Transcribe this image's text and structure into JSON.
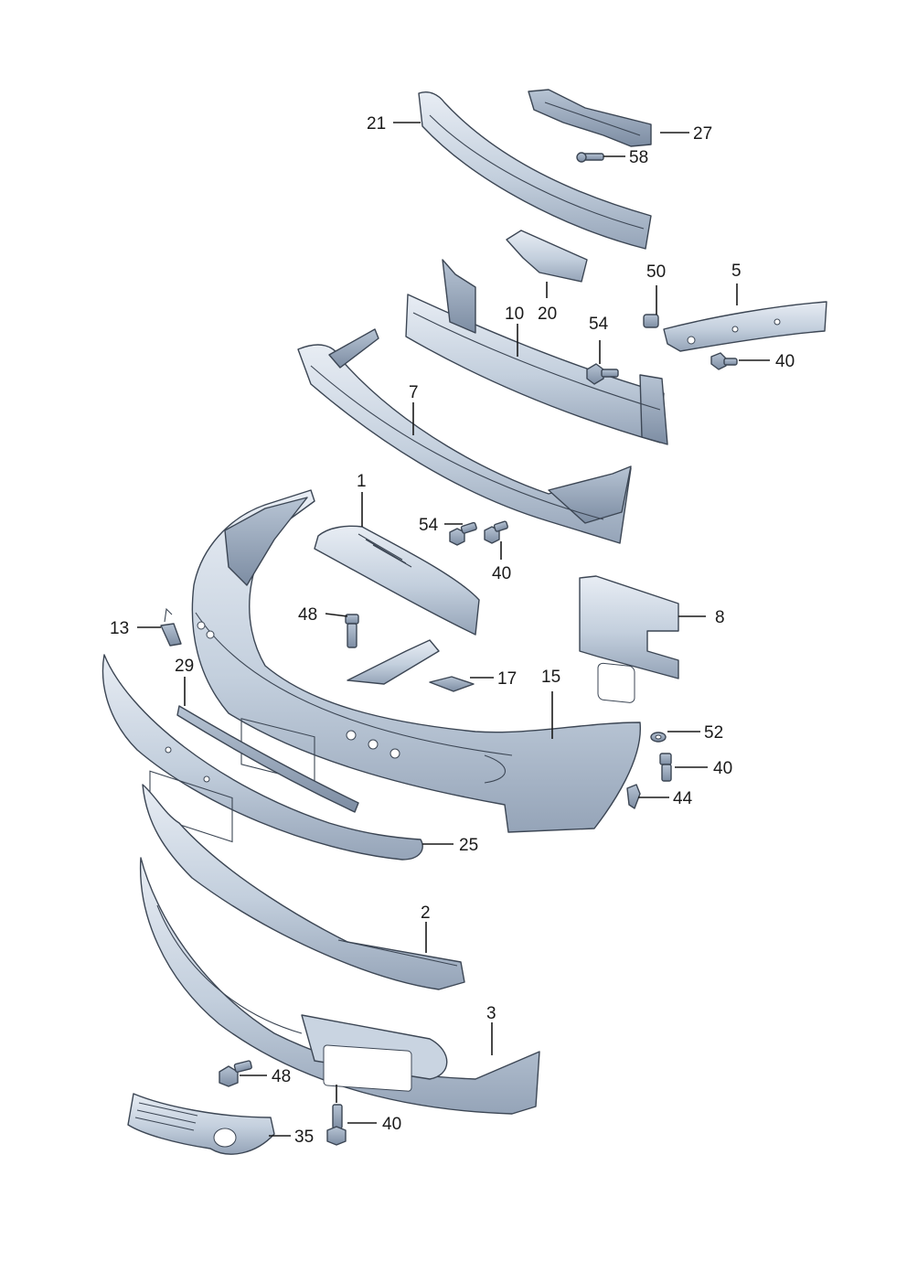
{
  "callouts": [
    {
      "id": "c21",
      "label": "21"
    },
    {
      "id": "c27",
      "label": "27"
    },
    {
      "id": "c58",
      "label": "58"
    },
    {
      "id": "c50",
      "label": "50"
    },
    {
      "id": "c5",
      "label": "5"
    },
    {
      "id": "c10",
      "label": "10"
    },
    {
      "id": "c20",
      "label": "20"
    },
    {
      "id": "c54a",
      "label": "54"
    },
    {
      "id": "c40a",
      "label": "40"
    },
    {
      "id": "c7",
      "label": "7"
    },
    {
      "id": "c1",
      "label": "1"
    },
    {
      "id": "c54b",
      "label": "54"
    },
    {
      "id": "c40b",
      "label": "40"
    },
    {
      "id": "c48a",
      "label": "48"
    },
    {
      "id": "c8",
      "label": "8"
    },
    {
      "id": "c13",
      "label": "13"
    },
    {
      "id": "c29",
      "label": "29"
    },
    {
      "id": "c17",
      "label": "17"
    },
    {
      "id": "c15",
      "label": "15"
    },
    {
      "id": "c52",
      "label": "52"
    },
    {
      "id": "c40c",
      "label": "40"
    },
    {
      "id": "c44",
      "label": "44"
    },
    {
      "id": "c25",
      "label": "25"
    },
    {
      "id": "c2",
      "label": "2"
    },
    {
      "id": "c3",
      "label": "3"
    },
    {
      "id": "c48b",
      "label": "48"
    },
    {
      "id": "c40d",
      "label": "40"
    },
    {
      "id": "c35",
      "label": "35"
    }
  ],
  "colors": {
    "part_fill_light": "#dfe6ef",
    "part_fill_mid": "#b9c6d6",
    "part_fill_dark": "#8e9db1",
    "outline": "#3c4654",
    "text": "#1a1a1a"
  }
}
